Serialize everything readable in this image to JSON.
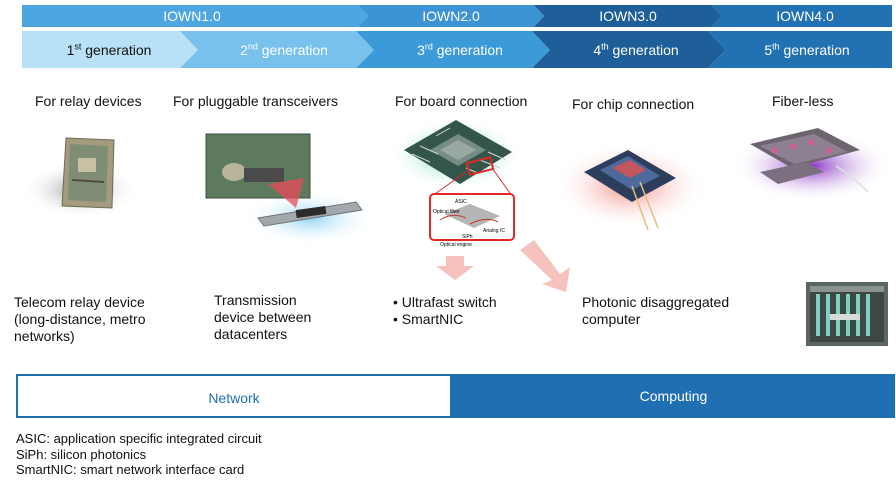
{
  "colors": {
    "iown1": "#4da6df",
    "iown2": "#3d94d4",
    "iown3": "#1f5f99",
    "iown4": "#2272b3",
    "gen1": "#b8e0f6",
    "gen2": "#78c1ec",
    "gen3": "#3b9ad7",
    "gen4": "#1f5f99",
    "gen5": "#2272b3",
    "network_border": "#1f6fb2",
    "computing": "#1f6fb2",
    "arrow": "#f6c2bd"
  },
  "iown_phases": [
    {
      "label": "IOWN1.0"
    },
    {
      "label": "IOWN2.0"
    },
    {
      "label": "IOWN3.0"
    },
    {
      "label": "IOWN4.0"
    }
  ],
  "generations": [
    {
      "num": "1",
      "sup": "st",
      "text": "generation"
    },
    {
      "num": "2",
      "sup": "nd",
      "text": "generation"
    },
    {
      "num": "3",
      "sup": "rd",
      "text": "generation"
    },
    {
      "num": "4",
      "sup": "th",
      "text": "generation"
    },
    {
      "num": "5",
      "sup": "th",
      "text": "generation"
    }
  ],
  "categories": [
    "For relay devices",
    "For pluggable transceivers",
    "For board connection",
    "For chip connection",
    "Fiber-less"
  ],
  "engine_diagram": {
    "asic": "ASIC",
    "optical_fiber": "Optical fiber",
    "analog_ic": "Analog IC",
    "siph": "SiPh",
    "optical_engine": "Optical engine"
  },
  "descriptions": {
    "relay": [
      "Telecom relay device",
      "(long-distance, metro",
      "networks)"
    ],
    "transmission": [
      "Transmission",
      "device between",
      "datacenters"
    ],
    "board_bullets": [
      "Ultrafast switch",
      "SmartNIC"
    ],
    "chip": [
      "Photonic disaggregated",
      "computer"
    ]
  },
  "bottom_bar": {
    "network": "Network",
    "computing": "Computing"
  },
  "legend": [
    "ASIC: application specific integrated circuit",
    "SiPh: silicon photonics",
    "SmartNIC: smart network interface card"
  ]
}
